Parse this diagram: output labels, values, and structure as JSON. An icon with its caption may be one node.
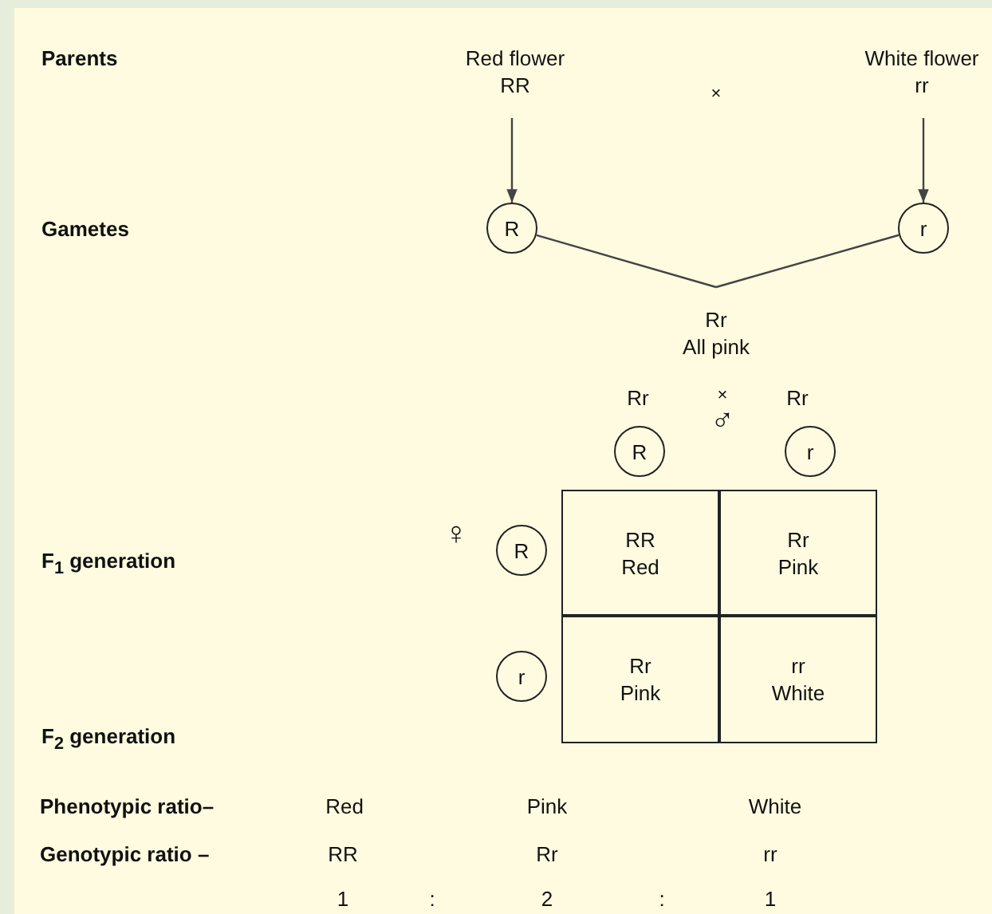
{
  "diagram": {
    "nodes": [
      {
        "text": [
          "Red flower",
          "RR"
        ]
      },
      {
        "text": [
          "White flower",
          "rr"
        ]
      },
      {
        "text": [
          "R"
        ]
      },
      {
        "text": [
          "r"
        ]
      },
      {
        "text": [
          "Rr",
          "All pink"
        ]
      },
      {
        "text": [
          "R"
        ]
      },
      {
        "text": [
          "r"
        ]
      },
      {
        "text": [
          "R"
        ]
      },
      {
        "text": [
          "r"
        ]
      },
      {
        "text": [
          "RR",
          "Red"
        ]
      },
      {
        "text": [
          "Rr",
          "Pink"
        ]
      },
      {
        "text": [
          "Rr",
          "Pink"
        ]
      },
      {
        "text": [
          "rr",
          "White"
        ]
      }
    ],
    "edges": [
      {
        "from": 0,
        "to": 2,
        "arrow": "to"
      },
      {
        "from": 1,
        "to": 3,
        "arrow": "to"
      },
      {
        "from": 2,
        "to": 4,
        "arrow": "none"
      },
      {
        "from": 3,
        "to": 4,
        "arrow": "none"
      }
    ],
    "labels": [
      "Parents",
      "×",
      "Gametes",
      "Rr",
      "×",
      "Rr",
      "♂",
      "F$_{1}$ generation",
      "♀",
      "F$_{2}$ generation",
      "Phenotypic ratio–",
      "Red",
      "Pink",
      "White",
      "Genotypic ratio –",
      "RR",
      "Rr",
      "rr",
      "1",
      ":",
      "2",
      ":",
      "1"
    ]
  }
}
